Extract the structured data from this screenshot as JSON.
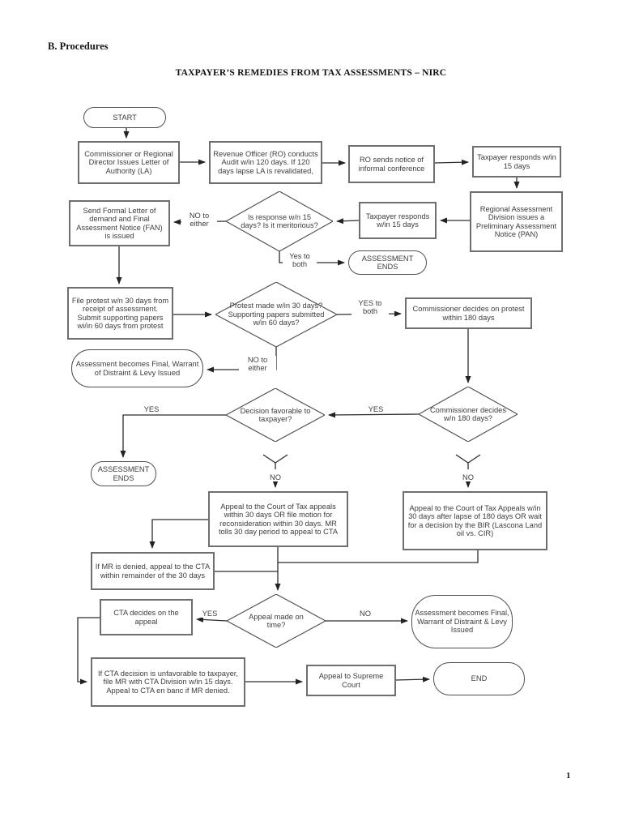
{
  "page": {
    "section_heading": "B. Procedures",
    "title": "TAXPAYER’S REMEDIES FROM TAX ASSESSMENTS – NIRC",
    "page_number": "1"
  },
  "colors": {
    "ink": "#3d3d3d",
    "line": "#2d2d2d",
    "box_border": "#6e6e6e",
    "page_bg": "#ffffff"
  },
  "flowchart": {
    "nodes": {
      "start": "START",
      "issue_la": "Commissioner or Regional Director Issues Letter of Authority (LA)",
      "ro_audit": "Revenue Officer (RO) conducts Audit w/in 120 days.  If 120 days lapse LA is revalidated,",
      "informal_conference": "RO sends notice of informal conference",
      "taxpayer_responds_1": "Taxpayer responds w/in 15 days",
      "pan": "Regional Assessment Division issues a Preliminary Assessment Notice (PAN)",
      "taxpayer_responds_2": "Taxpayer responds w/in 15 days",
      "response_meritorious": "Is response w/n 15 days? Is it meritorious?",
      "fan": "Send Formal Letter of demand and Final Assessment Notice (FAN) is issued",
      "assessment_ends_1": "ASSESSMENT ENDS",
      "file_protest": "File protest w/n 30 days from receipt of assessment.  Submit supporting papers wi/in 60 days from protest",
      "protest_made": "Protest made w/in 30 days? Supporting papers submitted w/in 60 days?",
      "commissioner_decides": "Commissioner decides on protest within 180 days",
      "assessment_final_1": "Assessment becomes Final, Warrant of Distraint & Levy Issued",
      "decision_favorable": "Decision favorable to taxpayer?",
      "decides_180": "Commissioner decides w/n 180 days?",
      "assessment_ends_2": "ASSESSMENT ENDS",
      "appeal_cta_mr": "Appeal to the Court of Tax appeals within 30 days OR file motion for reconsideration within 30 days.  MR tolls 30 day period to appeal to CTA",
      "appeal_cta_lapse": "Appeal to the Court of Tax Appeals w/in 30 days after lapse of 180 days OR wait for a decision by the BIR (Lascona Land oil vs. CIR)",
      "mr_denied": "If MR is denied, appeal to the CTA within remainder of the 30 days",
      "cta_decides": "CTA decides on the appeal",
      "appeal_on_time": "Appeal made on time?",
      "assessment_final_2": "Assessment becomes Final, Warrant of Distraint & Levy Issued",
      "cta_unfavorable": "If CTA decision is unfavorable to taxpayer, file MR with CTA Division w/in 15 days.  Appeal to CTA en banc if MR denied.",
      "appeal_sc": "Appeal to Supreme Court",
      "end": "END"
    },
    "edge_labels": {
      "no_to_either_response": "NO to\neither",
      "yes_to_both_response": "Yes to\nboth",
      "yes_to_both_protest": "YES to\nboth",
      "no_to_either_protest": "NO to\neither",
      "yes_decides_180": "YES",
      "yes_favorable": "YES",
      "no_favorable": "NO",
      "no_decides_180": "NO",
      "yes_appeal_time": "YES",
      "no_appeal_time": "NO"
    }
  }
}
